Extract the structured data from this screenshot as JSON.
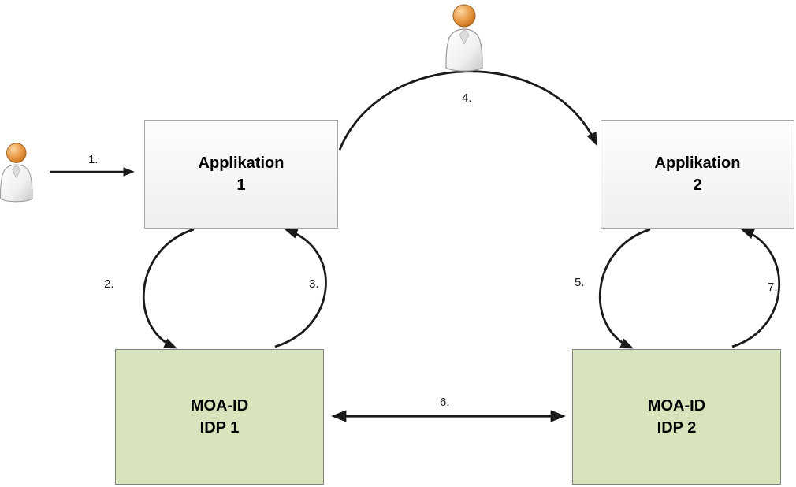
{
  "nodes": {
    "app1": {
      "line1": "Applikation",
      "line2": "1"
    },
    "app2": {
      "line1": "Applikation",
      "line2": "2"
    },
    "idp1": {
      "line1": "MOA-ID",
      "line2": "IDP 1"
    },
    "idp2": {
      "line1": "MOA-ID",
      "line2": "IDP 2"
    }
  },
  "steps": {
    "s1": "1.",
    "s2": "2.",
    "s3": "3.",
    "s4": "4.",
    "s5": "5.",
    "s6": "6.",
    "s7": "7."
  },
  "icons": {
    "top_user": "user-icon",
    "left_user": "user-icon"
  },
  "colors": {
    "arrow": "#1a1a1a",
    "app-fill-top": "#fdfdfd",
    "app-fill-bottom": "#efefef",
    "app-border": "#a6a6a6",
    "idp-fill": "#d7e4bc",
    "idp-border": "#7f7f7f"
  }
}
